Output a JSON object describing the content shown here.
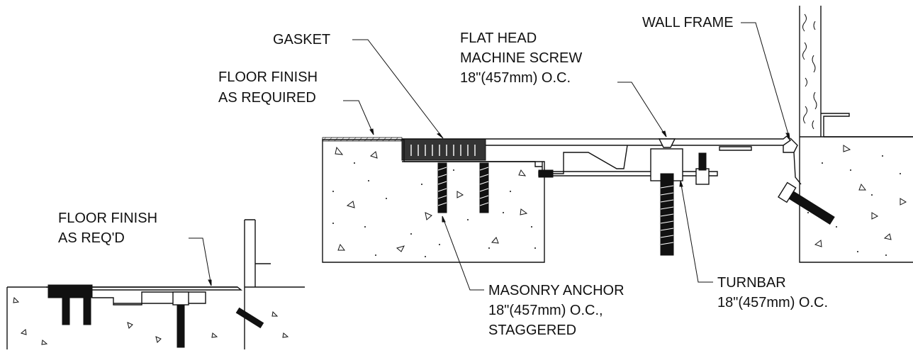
{
  "labels": {
    "gasket": "GASKET",
    "flat_head_1": "FLAT HEAD",
    "flat_head_2": "MACHINE SCREW",
    "flat_head_3": "18\"(457mm) O.C.",
    "wall_frame": "WALL FRAME",
    "floor_finish_1": "FLOOR FINISH",
    "floor_finish_2": "AS REQUIRED",
    "floor_finish_small_1": "FLOOR FINISH",
    "floor_finish_small_2": "AS REQ'D",
    "masonry_1": "MASONRY ANCHOR",
    "masonry_2": "18\"(457mm) O.C.,",
    "masonry_3": "STAGGERED",
    "turnbar_1": "TURNBAR",
    "turnbar_2": "18\"(457mm) O.C."
  }
}
